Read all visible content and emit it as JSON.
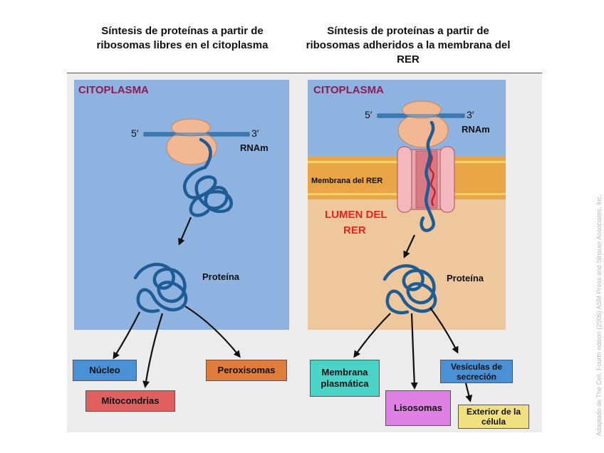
{
  "titles": {
    "left": "Síntesis de proteínas a partir de ribosomas libres en el citoplasma",
    "right": "Síntesis de proteínas a partir de ribosomas adheridos a la membrana del RER"
  },
  "left_panel": {
    "region_label": "CITOPLASMA",
    "five_prime": "5′",
    "three_prime": "3′",
    "mrna_label": "RNAm",
    "protein_label": "Proteína"
  },
  "right_panel": {
    "region_label": "CITOPLASMA",
    "five_prime": "5′",
    "three_prime": "3′",
    "mrna_label": "RNAm",
    "membrane_label": "Membrana del RER",
    "lumen_label_line1": "LUMEN DEL",
    "lumen_label_line2": "RER",
    "protein_label": "Proteína"
  },
  "destinations": {
    "nucleo": "Núcleo",
    "mitocondrias": "Mitocondrias",
    "peroxisomas": "Peroxisomas",
    "membrana_plasmatica": "Membrana plasmática",
    "lisosomas": "Lisosomas",
    "vesiculas": "Vesículas de secreción",
    "exterior": "Exterior de la célula"
  },
  "credit": "Adaptado de The Cell, Fourth edition (2006) ASM Press and Sinauer Associates, Inc.",
  "colors": {
    "cytoplasm": "#8fb3e0",
    "lumen": "#eec89c",
    "membrane": "#e9a546",
    "ribosome": "#f2b894",
    "protein": "#1e5c96",
    "region_label": "#8b1c56",
    "lumen_label": "#e8231c",
    "nucleo_box": "#4a90d4",
    "mitocondrias_box": "#e06060",
    "peroxisomas_box": "#e07d3a",
    "membrana_box": "#4ad4c8",
    "lisosomas_box": "#de80e4",
    "vesiculas_box": "#4a90d4",
    "exterior_box": "#f0e080"
  }
}
